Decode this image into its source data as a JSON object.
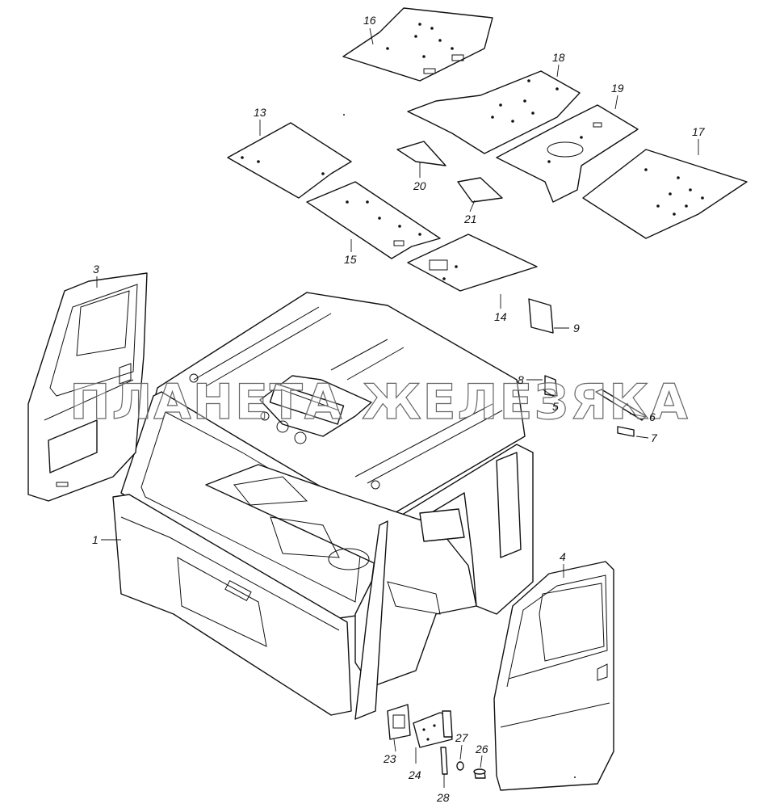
{
  "watermark": "ПЛАНЕТА ЖЕЛЕЗЯКА",
  "callouts": {
    "c1": "1",
    "c3": "3",
    "c4": "4",
    "c5": "5",
    "c6": "6",
    "c7": "7",
    "c8": "8",
    "c9": "9",
    "c13": "13",
    "c14": "14",
    "c15": "15",
    "c16": "16",
    "c17": "17",
    "c18": "18",
    "c19": "19",
    "c20": "20",
    "c21": "21",
    "c23": "23",
    "c24": "24",
    "c26": "26",
    "c27": "27",
    "c28": "28"
  },
  "colors": {
    "line": "#111111",
    "background": "#ffffff"
  }
}
